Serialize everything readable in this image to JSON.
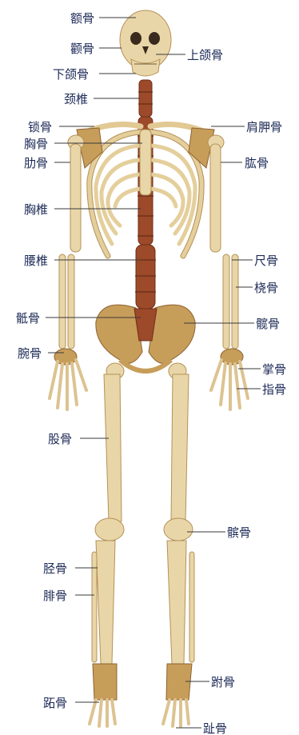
{
  "labels": {
    "frontal": "额骨",
    "temporal": "颧骨",
    "maxilla": "上颌骨",
    "mandible": "下颌骨",
    "cervical": "颈椎",
    "clavicle": "锁骨",
    "scapula": "肩胛骨",
    "sternum": "胸骨",
    "humerus": "肱骨",
    "rib": "肋骨",
    "thoracic": "胸椎",
    "lumbar": "腰椎",
    "ulna": "尺骨",
    "radius": "桡骨",
    "sacrum": "骶骨",
    "ilium": "髋骨",
    "carpal": "腕骨",
    "metacarpal": "掌骨",
    "phalanx": "指骨",
    "femur": "股骨",
    "patella": "髌骨",
    "tibia": "胫骨",
    "fibula": "腓骨",
    "tarsal": "跗骨",
    "metatarsal": "跖骨",
    "toe": "趾骨"
  }
}
